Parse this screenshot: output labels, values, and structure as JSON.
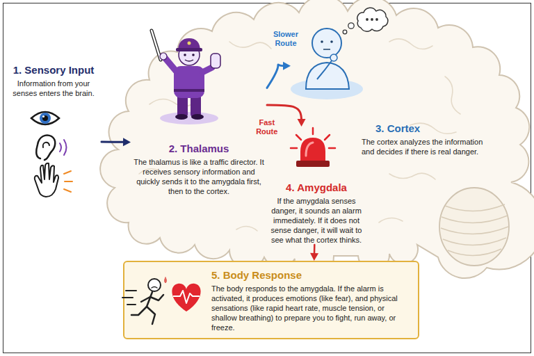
{
  "diagram": {
    "nodes": [
      {
        "text": [
          "1. Sensory Input",
          "Information from your senses enters the brain."
        ]
      },
      {
        "text": [
          "2. Thalamus",
          "The thalamus is like a traffic director. It receives sensory information and quickly sends it to the amygdala first, then to the cortex."
        ]
      },
      {
        "text": [
          "3. Cortex",
          "The cortex analyzes the information and decides if there is real danger."
        ]
      },
      {
        "text": [
          "4. Amygdala",
          "If the amygdala senses danger, it sounds an alarm immediately. If it does not sense danger, it will wait to see what the cortex thinks."
        ]
      },
      {
        "text": [
          "5. Body Response",
          "The body responds to the amygdala. If the alarm is activated, it produces emotions (like fear), and physical sensations (like rapid heart rate, muscle tension, or shallow breathing) to prepare you to fight, run away, or freeze."
        ]
      }
    ],
    "edges": [
      {
        "from": 0,
        "to": 1,
        "arrow": "to"
      },
      {
        "from": 1,
        "to": 2,
        "label": "Slower Route",
        "arrow": "to"
      },
      {
        "from": 1,
        "to": 3,
        "label": "Fast Route",
        "arrow": "to"
      },
      {
        "from": 3,
        "to": 4,
        "arrow": "to"
      }
    ]
  }
}
